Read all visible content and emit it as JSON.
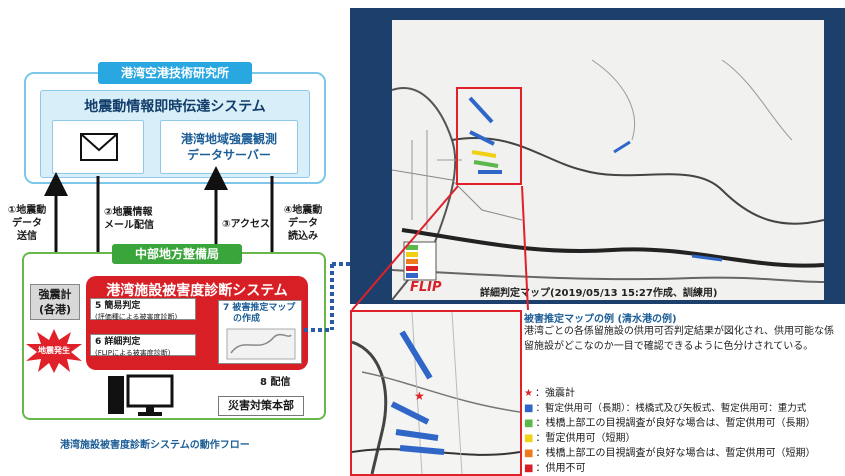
{
  "flow": {
    "institute_title": "港湾空港技術研究所",
    "eq_info_system": "地震動情報即時伝達システム",
    "server_line1": "港湾地域強震観測",
    "server_line2": "データサーバー",
    "bureau_title": "中部地方整備局",
    "damage_system": "港湾施設被害度診断システム",
    "step5_title": "5 簡易判定",
    "step5_sub": "(評価種による被害度診断)",
    "step6_title": "6 詳細判定",
    "step6_sub": "(FLIPによる被害度診断)",
    "step7_line1": "7 被害推定マップ",
    "step7_line2": "の作成",
    "label1": [
      "①地震動",
      "データ",
      "送信"
    ],
    "label2": [
      "②地震情報",
      "メール配信"
    ],
    "label3": "③アクセス",
    "label4": [
      "④地震動",
      "データ",
      "読込み"
    ],
    "label8": "8 配信",
    "seismometer": [
      "強震計",
      "(各港)"
    ],
    "earthquake": "地震発生",
    "hq": "災害対策本部",
    "caption": "港湾施設被害度診断システムの動作フロー"
  },
  "map_panel": {
    "flip_logo": "FLIP",
    "map_caption": "詳細判定マップ(2019/05/13 15:27作成、訓練用)",
    "legend_title": "被害推定マップの例 (清水港の例)",
    "legend_desc": "港湾ごとの各係留施設の供用可否判定結果が図化され、供用可能な係留施設がどこなのか一目で確認できるように色分けされている。",
    "legend_items": [
      {
        "symbol": "★",
        "color": "#e0212a",
        "text": "：強震計"
      },
      {
        "symbol": "■",
        "color": "#2f66c8",
        "text": "：暫定供用可（長期）：桟橋式及び矢板式、暫定供用可：重力式"
      },
      {
        "symbol": "■",
        "color": "#5bb84a",
        "text": "：桟橋上部工の目視調査が良好な場合は、暫定供用可（長期）"
      },
      {
        "symbol": "■",
        "color": "#f2d014",
        "text": "：暫定供用可（短期）"
      },
      {
        "symbol": "■",
        "color": "#ee7a1d",
        "text": "：桟橋上部工の目視調査が良好な場合は、暫定供用可（短期）"
      },
      {
        "symbol": "■",
        "color": "#d81f26",
        "text": "：供用不可"
      }
    ]
  }
}
